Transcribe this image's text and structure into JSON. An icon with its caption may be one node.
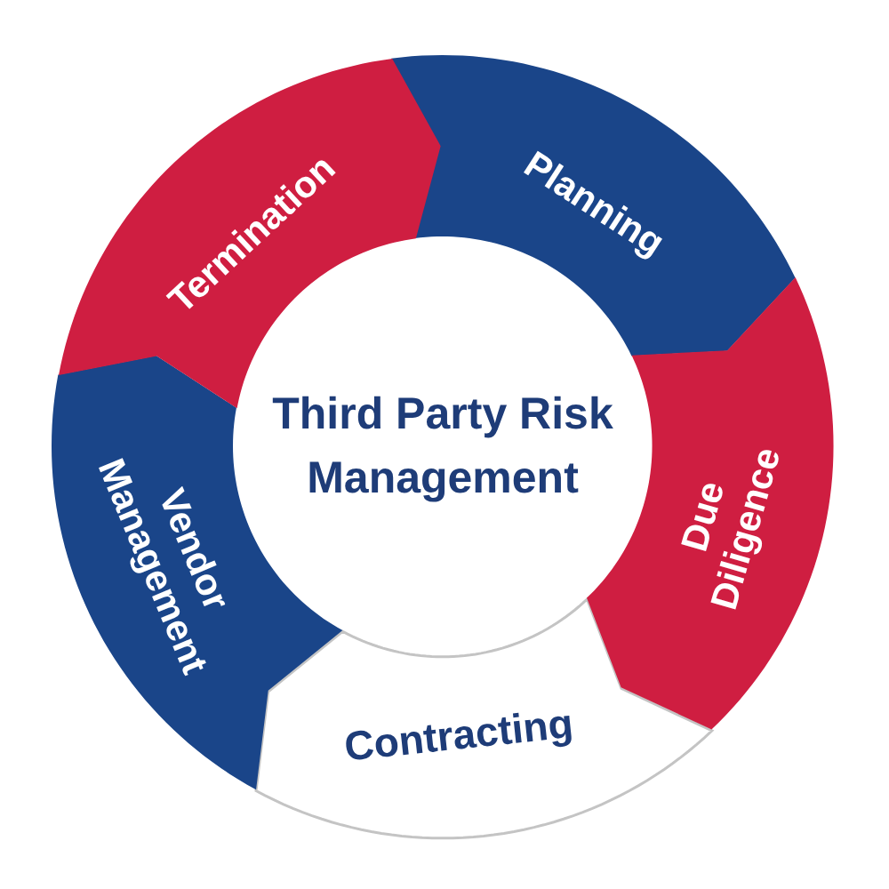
{
  "diagram": {
    "nodes": [
      {
        "text": [
          "Third Party Risk Management"
        ]
      },
      {
        "text": [
          "Planning"
        ]
      },
      {
        "text": [
          "Due Diligence"
        ]
      },
      {
        "text": [
          "Contracting"
        ]
      },
      {
        "text": [
          "Vendor Management"
        ]
      },
      {
        "text": [
          "Termination"
        ]
      }
    ]
  }
}
